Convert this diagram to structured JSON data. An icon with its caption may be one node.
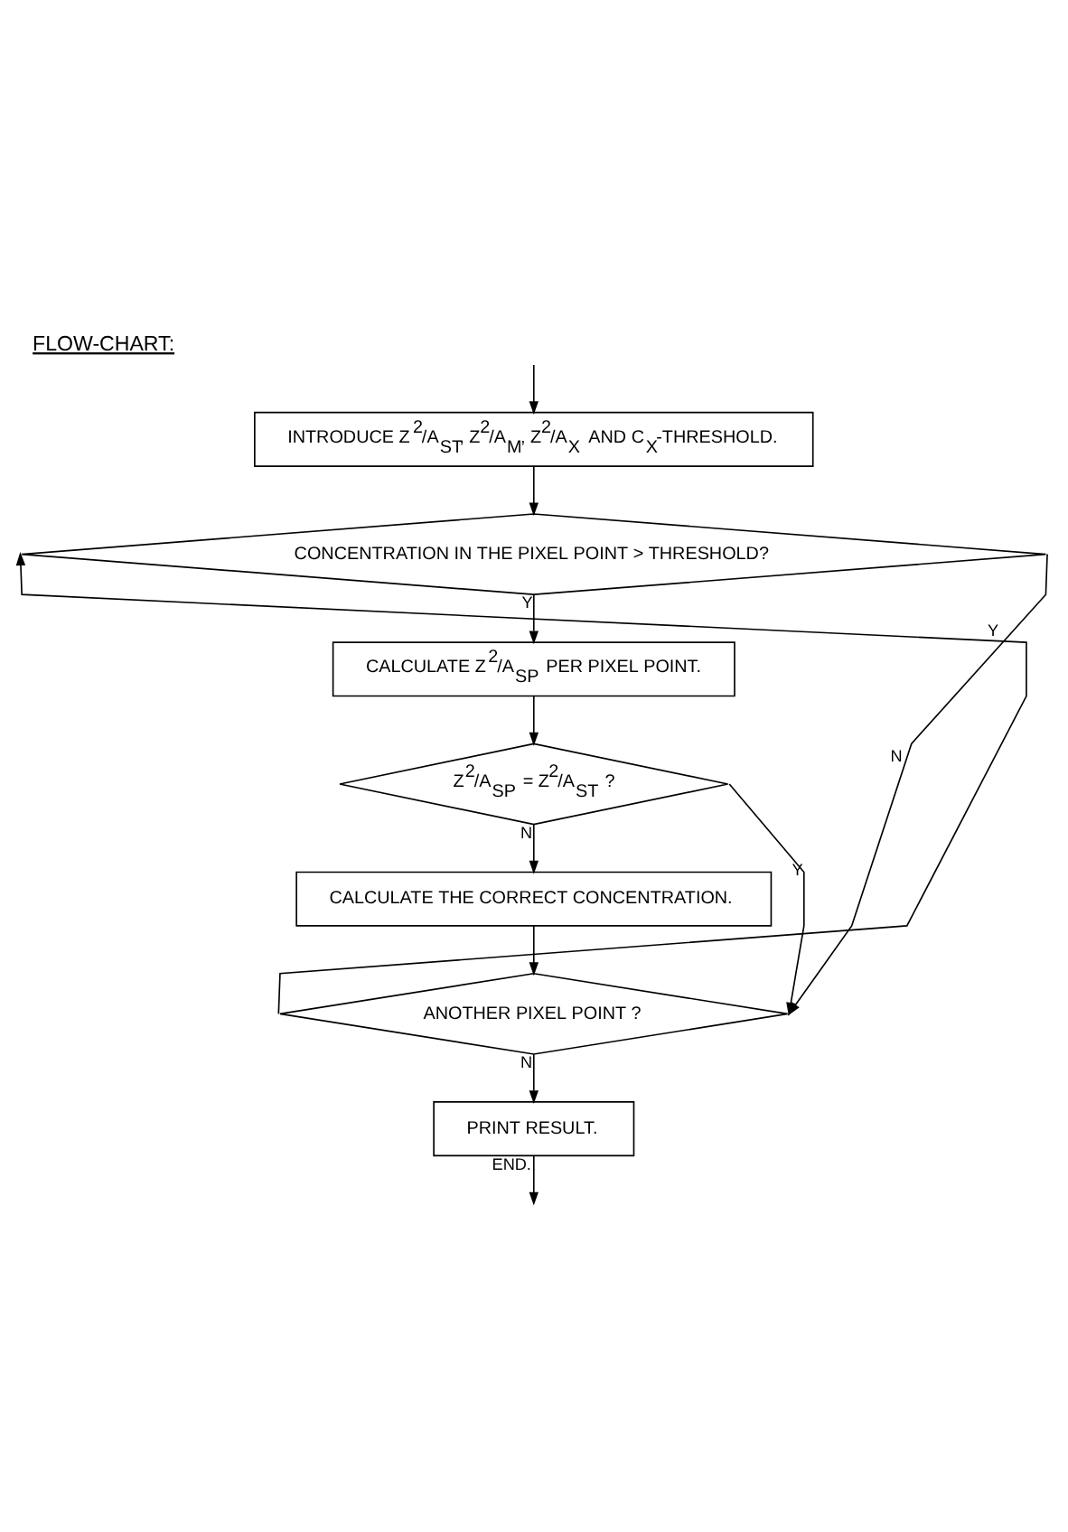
{
  "diagram": {
    "title": "FLOW-CHART:",
    "nodes": [
      {
        "text": [
          "INTRODUCE Z$^{2}$/A$_{ST}$, Z$^{2}$/A$_{M}$, Z$^{2}$/A$_{X}$ AND C$_{X}$-THRESHOLD."
        ]
      },
      {
        "text": [
          "CONCENTRATION IN THE PIXEL POINT > THRESHOLD?"
        ]
      },
      {
        "text": [
          "CALCULATE Z$^{2}$/A$_{SP}$ PER PIXEL POINT."
        ]
      },
      {
        "text": [
          "Z$^{2}$/A$_{SP}$ = Z$^{2}$/A$_{ST}$ ?"
        ]
      },
      {
        "text": [
          "CALCULATE THE CORRECT CONCENTRATION."
        ]
      },
      {
        "text": [
          "ANOTHER PIXEL POINT ?"
        ]
      },
      {
        "text": [
          "PRINT RESULT."
        ]
      }
    ],
    "edges": [
      {
        "from": null,
        "to": 0,
        "arrow": "to"
      },
      {
        "from": 0,
        "to": 1,
        "arrow": "to"
      },
      {
        "from": 1,
        "to": 2,
        "label": "Y",
        "arrow": "to"
      },
      {
        "from": 1,
        "to": 5,
        "label": "N",
        "arrow": "to"
      },
      {
        "from": 2,
        "to": 3,
        "arrow": "to"
      },
      {
        "from": 3,
        "to": 5,
        "label": "Y",
        "arrow": "to"
      },
      {
        "from": 3,
        "to": 4,
        "label": "N",
        "arrow": "to"
      },
      {
        "from": 4,
        "to": 5,
        "arrow": "to"
      },
      {
        "from": 5,
        "to": 1,
        "label": "Y",
        "arrow": "to"
      },
      {
        "from": 5,
        "to": 6,
        "label": "N",
        "arrow": "to"
      },
      {
        "from": 6,
        "to": null,
        "label": "END.",
        "arrow": "to"
      }
    ]
  }
}
